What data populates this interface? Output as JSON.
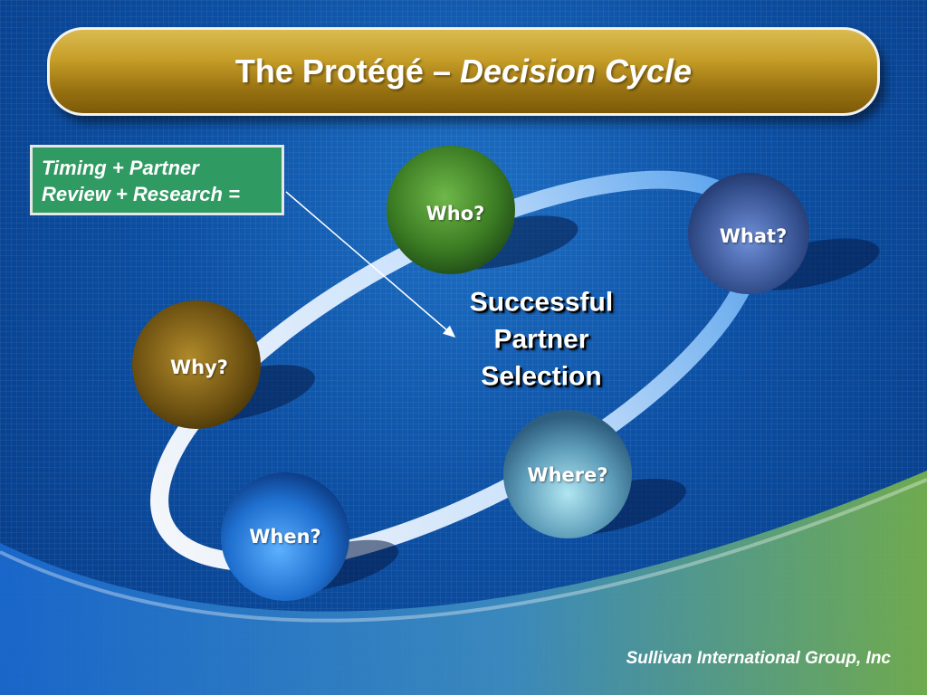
{
  "slide": {
    "title_main": "The Protégé – ",
    "title_italic": "Decision Cycle",
    "callout_lines": [
      "Timing + Partner",
      "Review + Research ="
    ],
    "center_lines": [
      "Successful",
      "Partner",
      "Selection"
    ],
    "footer": "Sullivan International Group, Inc"
  },
  "cycle": {
    "nodes": [
      {
        "label": "Who?",
        "color": "#4a8a2c",
        "icon": "green-sphere"
      },
      {
        "label": "What?",
        "color": "#4560a8",
        "icon": "navy-sphere"
      },
      {
        "label": "Why?",
        "color": "#8a6a18",
        "icon": "gold-sphere"
      },
      {
        "label": "Where?",
        "color": "#6aaec8",
        "icon": "teal-sphere"
      },
      {
        "label": "When?",
        "color": "#2a7fd6",
        "icon": "blue-sphere"
      }
    ]
  },
  "colors": {
    "background": "#0c4fa3",
    "title_bar": "#c79e28",
    "callout": "#2f9a62",
    "wave_green": "#7ab648"
  }
}
